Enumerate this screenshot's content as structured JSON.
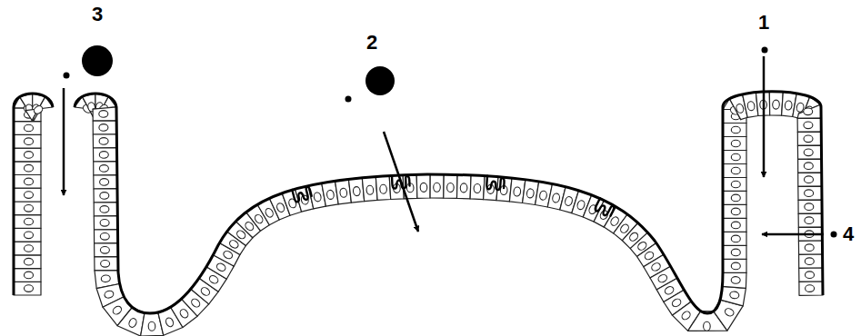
{
  "diagram": {
    "labels": [
      "3",
      "2",
      "1",
      "4"
    ]
  }
}
